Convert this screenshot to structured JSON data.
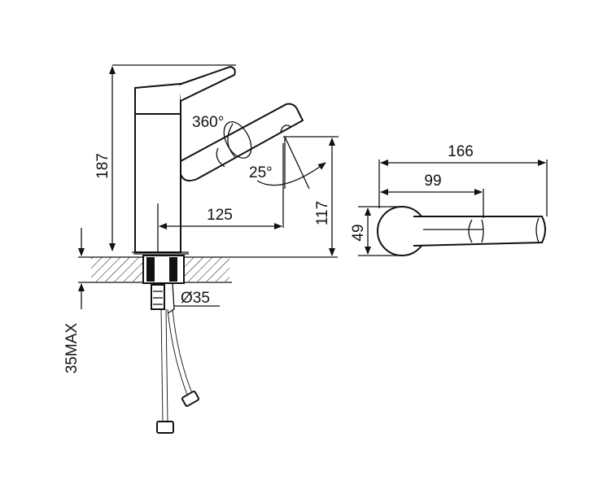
{
  "dimensions": {
    "height_total": "187",
    "spout_reach": "125",
    "spout_height": "117",
    "rotation": "360°",
    "tilt": "25°",
    "hole_diameter": "Ø35",
    "max_thickness": "35MAX",
    "top_length": "166",
    "handle_length": "99",
    "body_width": "49"
  }
}
